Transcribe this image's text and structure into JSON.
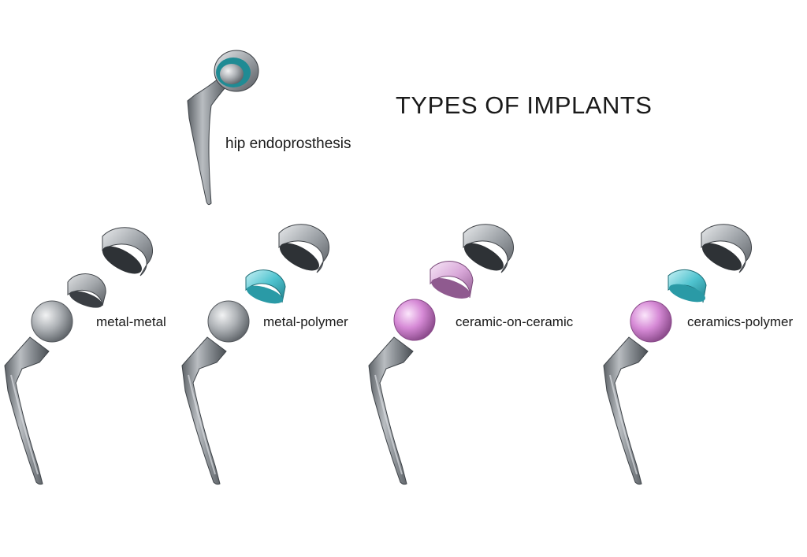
{
  "title": "TYPES OF IMPLANTS",
  "main_implant": {
    "label": "hip endoprosthesis"
  },
  "implant_types": [
    {
      "label": "metal-metal",
      "head_color": "#9fa3a8",
      "liner_color": "#9fa3a8"
    },
    {
      "label": "metal-polymer",
      "head_color": "#9fa3a8",
      "liner_color": "#4fc3cf"
    },
    {
      "label": "ceramic-on-ceramic",
      "head_color": "#d68ad6",
      "liner_color": "#dcb4dc"
    },
    {
      "label": "ceramics-polymer",
      "head_color": "#d68ad6",
      "liner_color": "#4fc3cf"
    }
  ],
  "colors": {
    "metal": "#8c9196",
    "metal_dark": "#3c4247",
    "polymer": "#4fc3cf",
    "ceramic": "#d68ad6"
  }
}
